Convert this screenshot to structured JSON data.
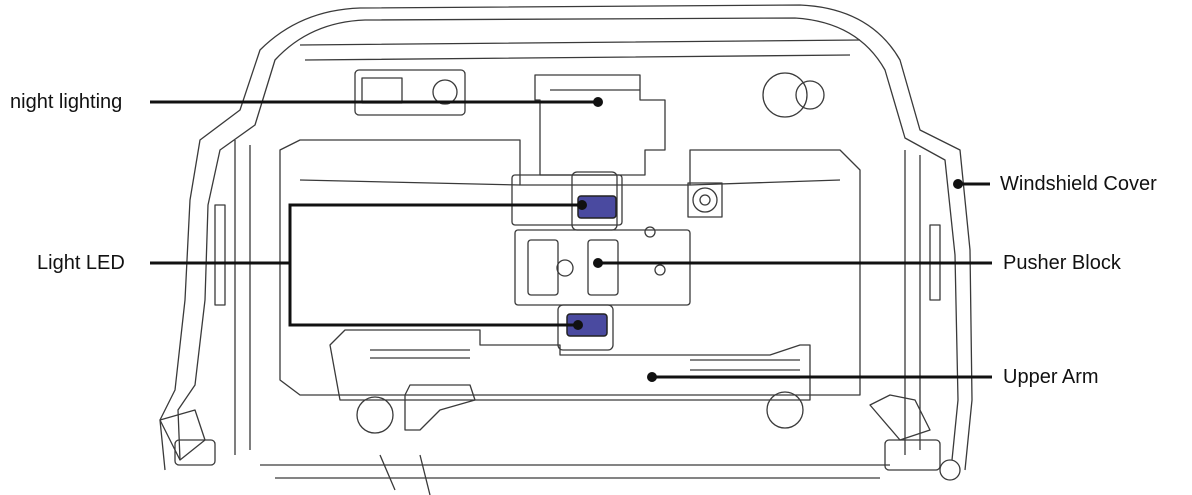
{
  "colors": {
    "line": "#111111",
    "outline": "#3a3a3a",
    "led": "#4a4aa0",
    "background": "#ffffff"
  },
  "labels": {
    "night_lighting": "night lighting",
    "light_led": "Light  LED",
    "windshield_cover": "Windshield Cover",
    "pusher_block": "Pusher Block",
    "upper_arm": "Upper Arm"
  }
}
